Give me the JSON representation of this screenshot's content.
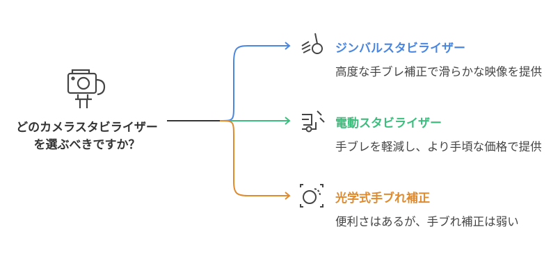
{
  "question": "どのカメラスタビライザーを選ぶべきですか？",
  "colors": {
    "gimbal": "#4a86e0",
    "electric": "#3dbd7d",
    "optical": "#e08a2e",
    "center": "#333333"
  },
  "options": [
    {
      "title": "ジンバルスタビライザー",
      "description": "高度な手ブレ補正で滑らかな映像を提供",
      "icon": "gimbal-icon"
    },
    {
      "title": "電動スタビライザー",
      "description": "手ブレを軽減し、より手頃な価格で提供",
      "icon": "electric-stabilizer-icon"
    },
    {
      "title": "光学式手ブれ補正",
      "description": "便利さはあるが、手ブれ補正は弱い",
      "icon": "optical-stabilization-icon"
    }
  ]
}
